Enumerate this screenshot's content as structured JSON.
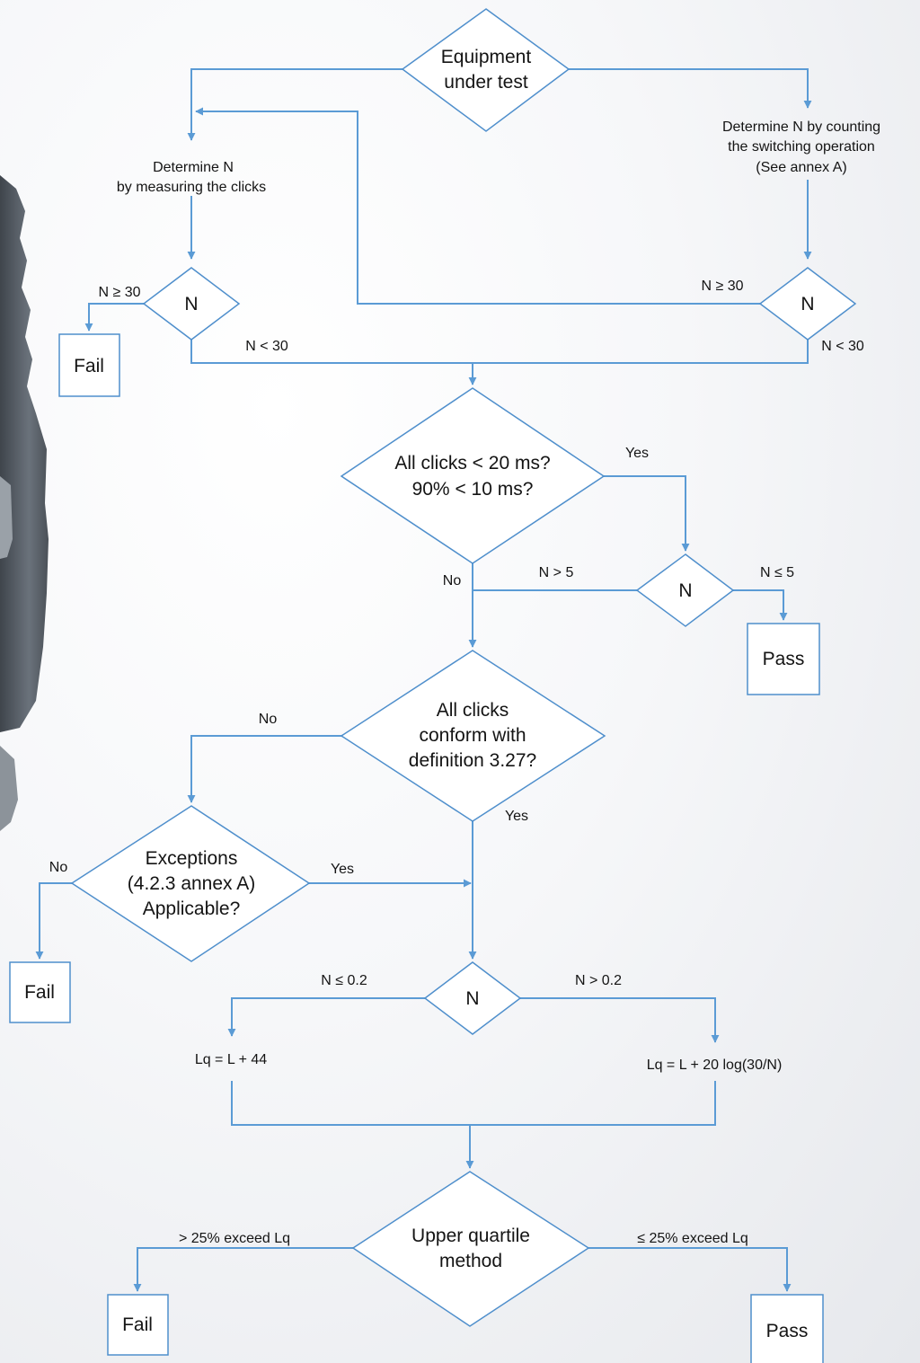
{
  "colors": {
    "line": "#5b9bd5",
    "node_border": "#4f8fcc",
    "text": "#141414",
    "device": "#5b626b"
  },
  "decor": {
    "device": "device-photo"
  },
  "nodes": {
    "start": [
      "Equipment",
      "under test"
    ],
    "measure": [
      "Determine N",
      "by measuring the clicks"
    ],
    "count": [
      "Determine N by counting",
      "the switching operation",
      "(See annex A)"
    ],
    "n_left": "N",
    "n_right": "N",
    "fail1": "Fail",
    "clicks": [
      "All clicks < 20 ms?",
      "90% < 10 ms?"
    ],
    "n_mid": "N",
    "pass1": "Pass",
    "conform": [
      "All clicks",
      "conform with",
      "definition 3.27?"
    ],
    "exceptions": [
      "Exceptions",
      "(4.2.3 annex A)",
      "Applicable?"
    ],
    "fail2": "Fail",
    "n_low": "N",
    "lq_low": "Lq = L + 44",
    "lq_high": "Lq = L + 20 log(30/N)",
    "quartile": [
      "Upper quartile",
      "method"
    ],
    "fail3": "Fail",
    "pass2": "Pass"
  },
  "labels": {
    "n_ge_30_left": "N ≥ 30",
    "n_lt_30_left": "N < 30",
    "n_ge_30_right": "N ≥ 30",
    "n_lt_30_right": "N < 30",
    "yes_clicks": "Yes",
    "no_clicks": "No",
    "n_gt_5": "N > 5",
    "n_le_5": "N ≤ 5",
    "no_conform": "No",
    "yes_conform": "Yes",
    "no_exceptions": "No",
    "yes_exceptions": "Yes",
    "n_le_02": "N ≤ 0.2",
    "n_gt_02": "N > 0.2",
    "gt_25": "> 25%  exceed Lq",
    "le_25": "≤  25%  exceed Lq"
  }
}
